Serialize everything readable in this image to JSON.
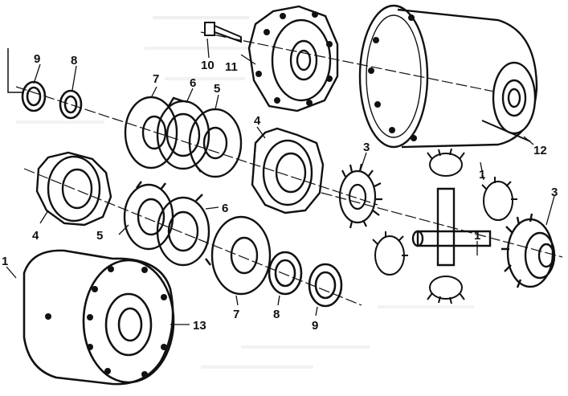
{
  "diagram": {
    "callouts": {
      "c1": "1",
      "c1b": "1",
      "c3a": "3",
      "c3b": "3",
      "c4a": "4",
      "c4b": "4",
      "c5a": "5",
      "c5b": "5",
      "c6a": "6",
      "c6b": "6",
      "c7a": "7",
      "c7b": "7",
      "c8a": "8",
      "c8b": "8",
      "c9a": "9",
      "c9b": "9",
      "c10": "10",
      "c11": "11",
      "c12": "12",
      "c13": "13"
    }
  },
  "colors": {
    "ink": "#111111",
    "paper": "#ffffff",
    "ghost_text": "#cfcfcf"
  }
}
